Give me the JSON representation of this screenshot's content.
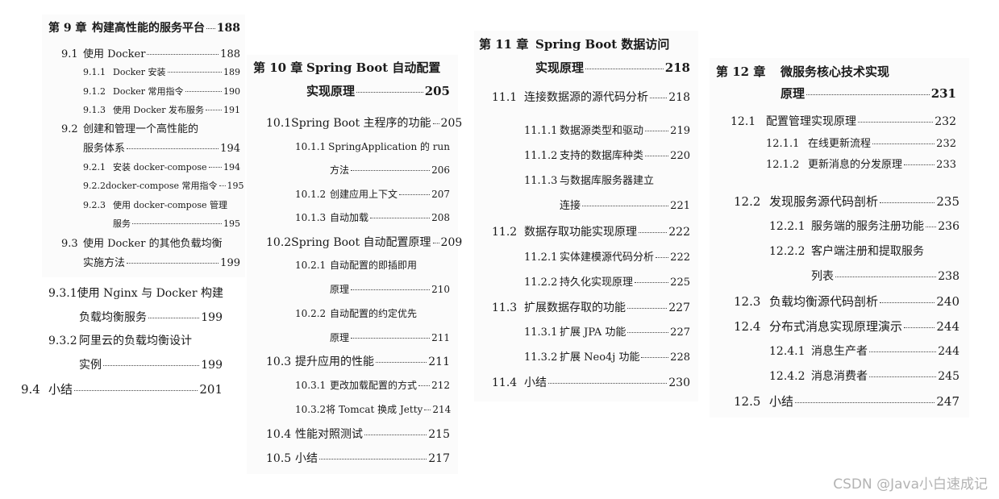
{
  "col1": {
    "ch_num": "第 9 章",
    "ch_title": "构建高性能的服务平台",
    "ch_page": "188",
    "items": [
      {
        "num": "9.1",
        "title": "使用 Docker",
        "page": "188"
      },
      {
        "num": "9.1.1",
        "title": "Docker 安装",
        "page": "189"
      },
      {
        "num": "9.1.2",
        "title": "Docker 常用指令",
        "page": "190"
      },
      {
        "num": "9.1.3",
        "title": "使用 Docker 发布服务",
        "page": "191"
      },
      {
        "num": "9.2",
        "title": "创建和管理一个高性能的"
      },
      {
        "title": "服务体系",
        "page": "194"
      },
      {
        "num": "9.2.1",
        "title": "安装 docker-compose",
        "page": "194"
      },
      {
        "num": "9.2.2",
        "title": "docker-compose 常用指令",
        "page": "195"
      },
      {
        "num": "9.2.3",
        "title": "使用 docker-compose 管理"
      },
      {
        "title": "服务",
        "page": "195"
      },
      {
        "num": "9.3",
        "title": "使用 Docker 的其他负载均衡"
      },
      {
        "title": "实施方法",
        "page": "199"
      }
    ],
    "extra": [
      {
        "num": "9.3.1",
        "title": "使用 Nginx 与 Docker 构建"
      },
      {
        "title": "负载均衡服务",
        "page": "199"
      },
      {
        "num": "9.3.2",
        "title": "阿里云的负载均衡设计"
      },
      {
        "title": "实例",
        "page": "199"
      },
      {
        "num": "9.4",
        "title": "小结",
        "page": "201"
      }
    ]
  },
  "col2": {
    "ch_num": "第 10 章",
    "ch_title": "Spring Boot 自动配置",
    "ch_title2": "实现原理",
    "ch_page": "205",
    "items": [
      {
        "num": "10.1",
        "title": "Spring Boot 主程序的功能",
        "page": "205"
      },
      {
        "num": "10.1.1",
        "title": "SpringApplication 的 run"
      },
      {
        "title": "方法",
        "page": "206"
      },
      {
        "num": "10.1.2",
        "title": "创建应用上下文",
        "page": "207"
      },
      {
        "num": "10.1.3",
        "title": "自动加载",
        "page": "208"
      },
      {
        "num": "10.2",
        "title": "Spring Boot 自动配置原理",
        "page": "209"
      },
      {
        "num": "10.2.1",
        "title": "自动配置的即插即用"
      },
      {
        "title": "原理",
        "page": "210"
      },
      {
        "num": "10.2.2",
        "title": "自动配置的约定优先"
      },
      {
        "title": "原理",
        "page": "211"
      },
      {
        "num": "10.3",
        "title": "提升应用的性能",
        "page": "211"
      },
      {
        "num": "10.3.1",
        "title": "更改加载配置的方式",
        "page": "212"
      },
      {
        "num": "10.3.2",
        "title": "将 Tomcat 换成 Jetty",
        "page": "214"
      },
      {
        "num": "10.4",
        "title": "性能对照测试",
        "page": "215"
      },
      {
        "num": "10.5",
        "title": "小结",
        "page": "217"
      }
    ]
  },
  "col3": {
    "ch_num": "第 11 章",
    "ch_title": "Spring Boot 数据访问",
    "ch_title2": "实现原理",
    "ch_page": "218",
    "items": [
      {
        "num": "11.1",
        "title": "连接数据源的源代码分析",
        "page": "218"
      },
      {
        "num": "11.1.1",
        "title": "数据源类型和驱动",
        "page": "219"
      },
      {
        "num": "11.1.2",
        "title": "支持的数据库种类",
        "page": "220"
      },
      {
        "num": "11.1.3",
        "title": "与数据库服务器建立"
      },
      {
        "title": "连接",
        "page": "221"
      },
      {
        "num": "11.2",
        "title": "数据存取功能实现原理",
        "page": "222"
      },
      {
        "num": "11.2.1",
        "title": "实体建模源代码分析",
        "page": "222"
      },
      {
        "num": "11.2.2",
        "title": "持久化实现原理",
        "page": "225"
      },
      {
        "num": "11.3",
        "title": "扩展数据存取的功能",
        "page": "227"
      },
      {
        "num": "11.3.1",
        "title": "扩展 JPA 功能",
        "page": "227"
      },
      {
        "num": "11.3.2",
        "title": "扩展 Neo4j 功能",
        "page": "228"
      },
      {
        "num": "11.4",
        "title": "小结",
        "page": "230"
      }
    ]
  },
  "col4": {
    "ch_num": "第 12 章",
    "ch_title": "微服务核心技术实现",
    "ch_title2": "原理",
    "ch_page": "231",
    "items": [
      {
        "num": "12.1",
        "title": "配置管理实现原理",
        "page": "232"
      },
      {
        "num": "12.1.1",
        "title": "在线更新流程",
        "page": "232"
      },
      {
        "num": "12.1.2",
        "title": "更新消息的分发原理",
        "page": "233"
      },
      {
        "num": "12.2",
        "title": "发现服务源代码剖析",
        "page": "235"
      },
      {
        "num": "12.2.1",
        "title": "服务端的服务注册功能",
        "page": "236"
      },
      {
        "num": "12.2.2",
        "title": "客户端注册和提取服务"
      },
      {
        "title": "列表",
        "page": "238"
      },
      {
        "num": "12.3",
        "title": "负载均衡源代码剖析",
        "page": "240"
      },
      {
        "num": "12.4",
        "title": "分布式消息实现原理演示",
        "page": "244"
      },
      {
        "num": "12.4.1",
        "title": "消息生产者",
        "page": "244"
      },
      {
        "num": "12.4.2",
        "title": "消息消费者",
        "page": "245"
      },
      {
        "num": "12.5",
        "title": "小结",
        "page": "247"
      }
    ]
  },
  "watermark": "CSDN @Java小白速成记"
}
